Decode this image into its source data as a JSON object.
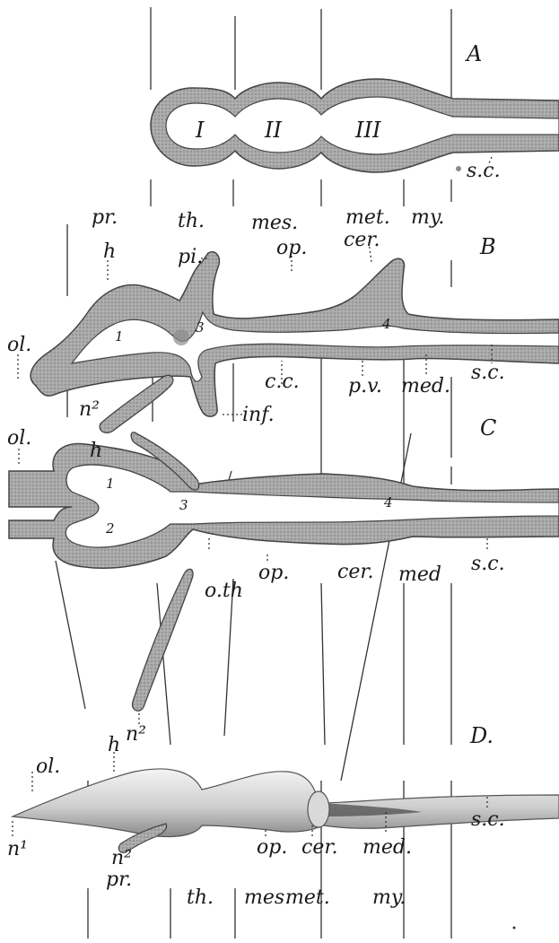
{
  "panels": {
    "A": "A",
    "B": "B",
    "C": "C",
    "D": "D."
  },
  "panel_a": {
    "v1": "I",
    "v2": "II",
    "v3": "III",
    "sc": "s.c."
  },
  "panel_b": {
    "pr": "pr.",
    "th": "th.",
    "mes": "mes.",
    "met": "met.",
    "my": "my.",
    "h": "h",
    "pi": "pi.",
    "op": "op.",
    "cer": "cer.",
    "ol": "ol.",
    "n2": "n²",
    "inf": "inf.",
    "cc": "c.c.",
    "pv": "p.v.",
    "med": "med.",
    "sc": "s.c.",
    "num1": "1",
    "num3": "3",
    "num4": "4"
  },
  "panel_c": {
    "h": "h",
    "ol": "ol.",
    "num1": "1",
    "num2": "2",
    "num3": "3",
    "num4": "4",
    "op": "op.",
    "oth": "o.th",
    "cer": "cer.",
    "med": "med",
    "sc": "s.c.",
    "n2": "n²"
  },
  "panel_d": {
    "h": "h",
    "ol": "ol.",
    "n1": "n¹",
    "n2": "n²",
    "op": "op.",
    "cer": "cer.",
    "med": "med.",
    "sc": "s.c.",
    "pr": "pr.",
    "th": "th.",
    "mes": "mes.",
    "met": "met.",
    "my": "my."
  }
}
